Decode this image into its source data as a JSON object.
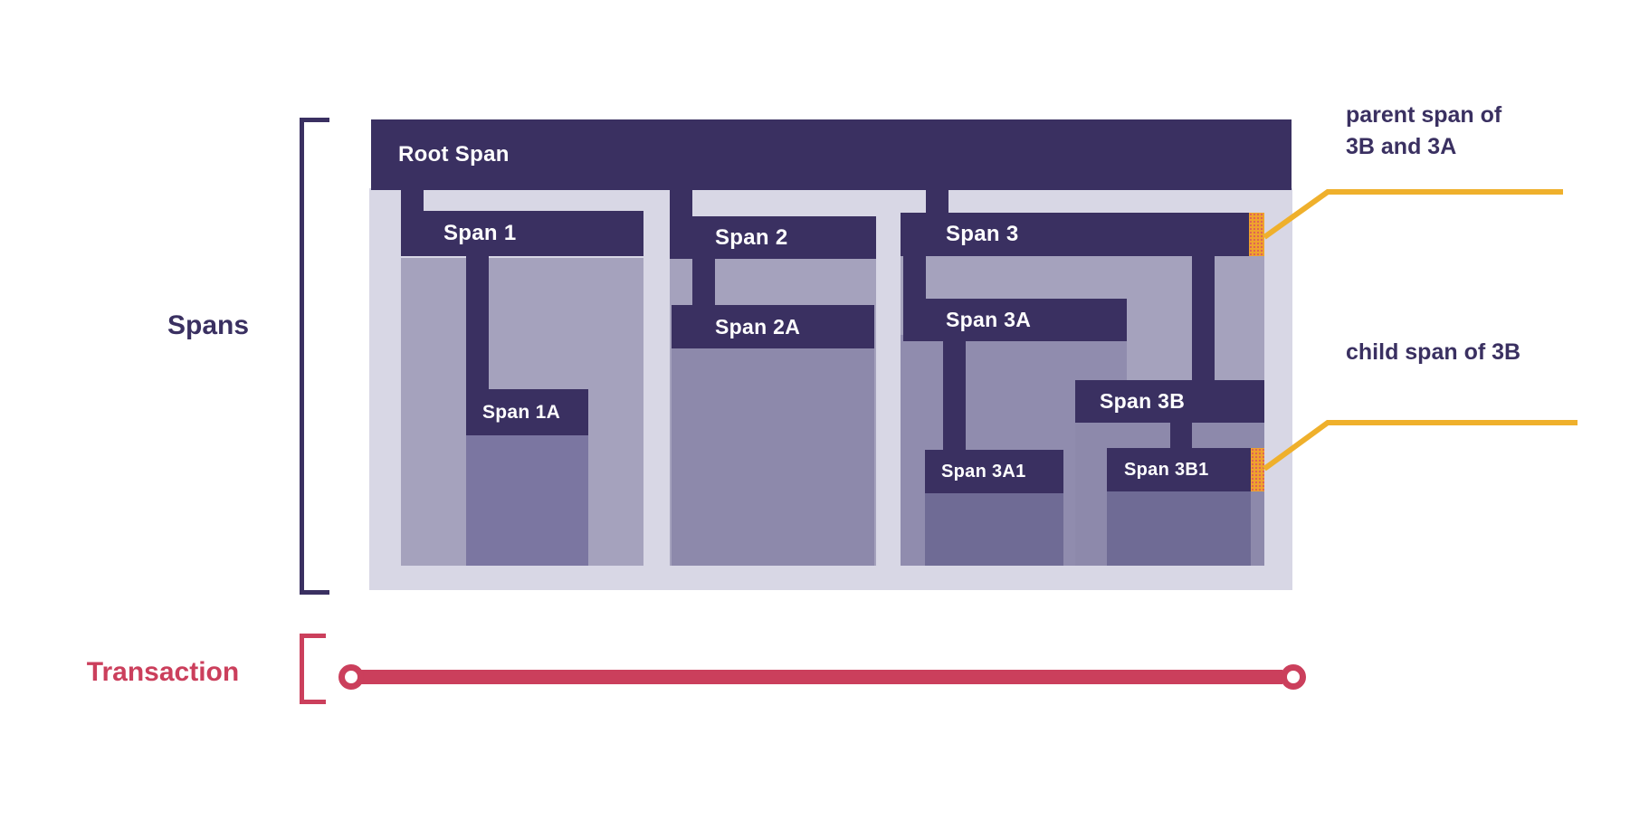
{
  "diagram": {
    "spans": {
      "root": "Root Span",
      "span1": "Span 1",
      "span1a": "Span 1A",
      "span2": "Span 2",
      "span2a": "Span 2A",
      "span3": "Span 3",
      "span3a": "Span 3A",
      "span3a1": "Span 3A1",
      "span3b": "Span 3B",
      "span3b1": "Span 3B1"
    },
    "hierarchy": {
      "Root Span": [
        "Span 1",
        "Span 2",
        "Span 3"
      ],
      "Span 1": [
        "Span 1A"
      ],
      "Span 2": [
        "Span 2A"
      ],
      "Span 3": [
        "Span 3A",
        "Span 3B"
      ],
      "Span 3A": [
        "Span 3A1"
      ],
      "Span 3B": [
        "Span 3B1"
      ]
    },
    "side_labels": {
      "spans": "Spans",
      "transaction": "Transaction"
    },
    "annotations": {
      "parent_line1": "parent span of",
      "parent_line2": "3B and 3A",
      "child": "child span of 3B"
    },
    "colors": {
      "bar": "#3a3061",
      "container": "#d8d7e5",
      "region_light": "#a5a2bd",
      "region_mid": "#8d89ab",
      "region_3a": "#908cae",
      "region_dark": "#6f6b95",
      "region_1a": "#7b76a1",
      "marker_orange": "#efa22e",
      "marker_dot": "#d94f63",
      "annotation_line": "#efb02c",
      "transaction_red": "#cb3f5c",
      "text_dark": "#3a3061"
    }
  }
}
